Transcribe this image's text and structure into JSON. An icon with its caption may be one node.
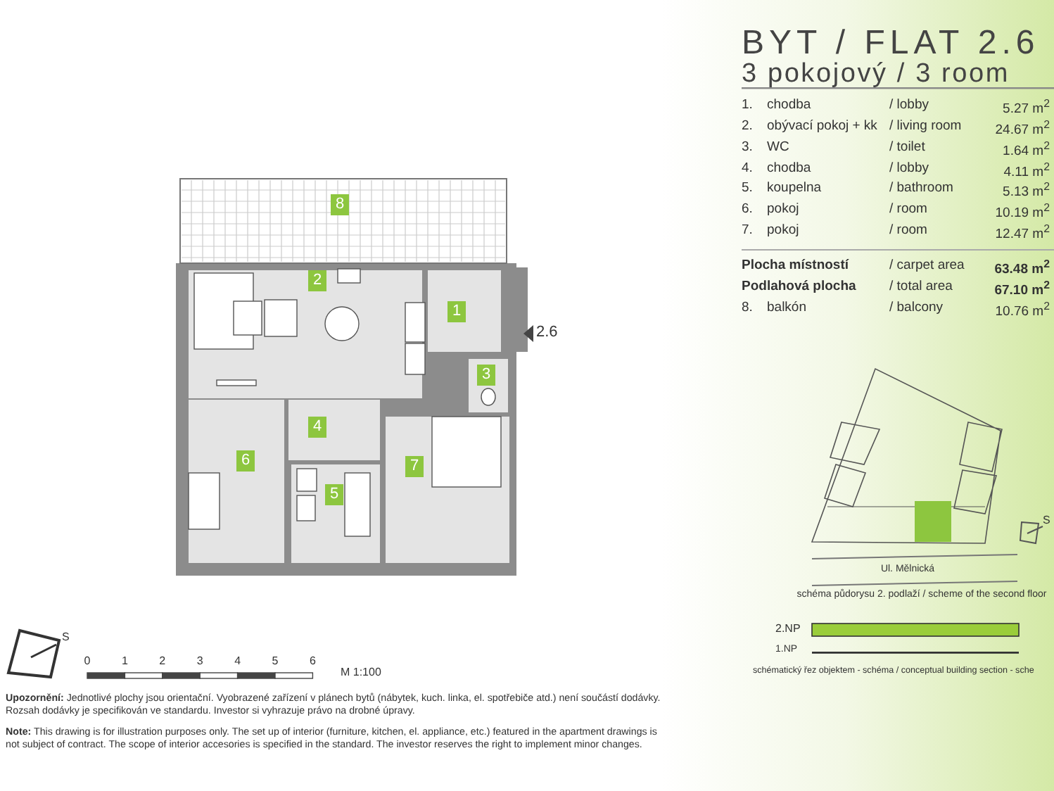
{
  "diagram": {
    "title": "BYT / FLAT 2.6",
    "nodes": [
      {
        "text": [
          "8"
        ]
      },
      {
        "text": [
          "2"
        ]
      },
      {
        "text": [
          "1"
        ]
      },
      {
        "text": [
          "3"
        ]
      },
      {
        "text": [
          "4"
        ]
      },
      {
        "text": [
          "6"
        ]
      },
      {
        "text": [
          "5"
        ]
      },
      {
        "text": [
          "7"
        ]
      }
    ],
    "labels": [
      "3 pokojový / 3 room",
      "1.",
      "chodba",
      "/ lobby",
      "5.27 m$^{2}$",
      "2.",
      "obývací pokoj + kk",
      "/ living room",
      "24.67 m$^{2}$",
      "3.",
      "WC",
      "/ toilet",
      "1.64 m$^{2}$",
      "4.",
      "chodba",
      "/ lobby",
      "4.11 m$^{2}$",
      "5.",
      "koupelna",
      "/ bathroom",
      "5.13 m$^{2}$",
      "6.",
      "pokoj",
      "/ room",
      "10.19 m$^{2}$",
      "7.",
      "pokoj",
      "/ room",
      "12.47 m$^{2}$",
      "Plocha místností",
      "/ carpet area",
      "63.48 m$^{2}$",
      "Podlahová plocha",
      "/ total area",
      "67.10 m$^{2}$",
      "8.",
      "balkón",
      "/ balcony",
      "10.76 m$^{2}$",
      "2.6",
      "0",
      "1",
      "2",
      "3",
      "4",
      "5",
      "6",
      "M 1:100",
      "S",
      "S",
      "Ul. Mělnická",
      "schéma půdorysu 2. podlaží / scheme of the second floor",
      "2.NP",
      "1.NP",
      "schématický řez objektem - schéma / conceptual building section - sche",
      "**Upozornění:** Jednotlivé plochy jsou orientační. Vyobrazené zařízení v plánech bytů (nábytek, kuch. linka, el. spotřebiče atd.) není součástí dodávky. Rozsah dodávky je specifikován ve standardu. Investor si vyhrazuje právo na drobné úpravy.",
      "**Note:** This drawing is for illustration purposes only. The set up of interior (furniture, kitchen, el. appliance, etc.) featured in the apartment drawings is not subject of contract. The scope of interior accesories is specified in the standard. The investor reserves the right to implement minor changes."
    ]
  }
}
